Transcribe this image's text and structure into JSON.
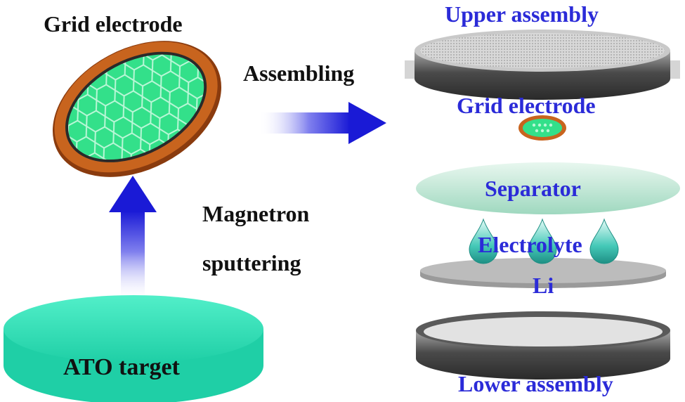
{
  "labels": {
    "grid_electrode_left": "Grid electrode",
    "assembling": "Assembling",
    "magnetron": "Magnetron",
    "sputtering": "sputtering",
    "ato_target": "ATO target",
    "upper_assembly": "Upper assembly",
    "grid_electrode_right": "Grid electrode",
    "separator": "Separator",
    "electrolyte": "Electrolyte",
    "li": "Li",
    "lower_assembly": "Lower assembly"
  },
  "colors": {
    "label_dark": "#111111",
    "label_blue": "#2b2bd8",
    "arrow_blue": "#1a1ad6",
    "mesh_green": "#33e08a",
    "copper_ring": "#c8641e",
    "ato_target": "#2fe0b8",
    "separator": "#bfe8d4",
    "electrolyte_drop": "#45c9b8",
    "li_foil": "#b4b4b4",
    "casing_dark": "#4a4a4a"
  }
}
